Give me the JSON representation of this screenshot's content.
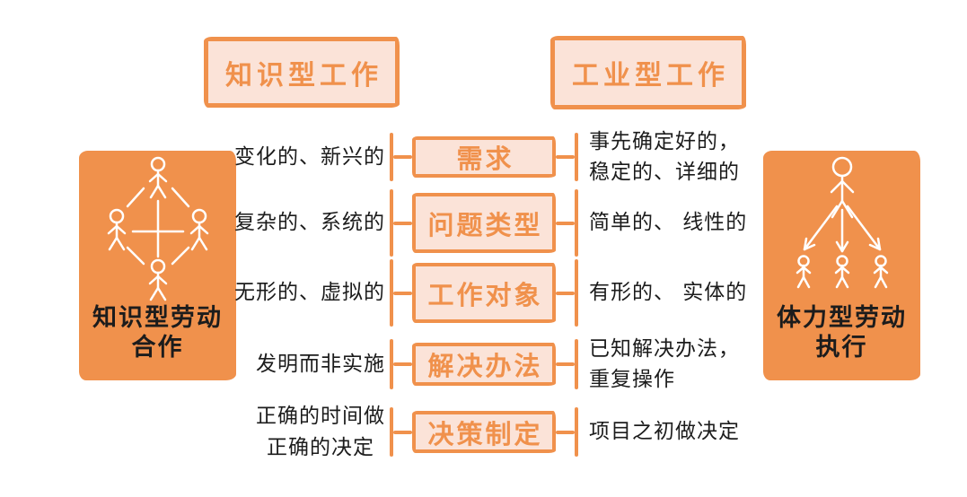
{
  "palette": {
    "orange": "#F0914C",
    "pink": "#FBE3D8",
    "ink": "#1C1C1C"
  },
  "headers": {
    "left": "知识型工作",
    "right": "工业型工作"
  },
  "panels": {
    "left": {
      "icon": "collaboration-network-icon",
      "caption": "知识型劳动\n合作"
    },
    "right": {
      "icon": "hierarchy-delegation-icon",
      "caption": "体力型劳动\n执行"
    }
  },
  "rows": [
    {
      "left": "变化的、新兴的",
      "center": "需求",
      "right": "事先确定好的，\n稳定的、详细的"
    },
    {
      "left": "复杂的、系统的",
      "center": "问题类型",
      "right": "简单的、 线性的"
    },
    {
      "left": "无形的、虚拟的",
      "center": "工作对象",
      "right": "有形的、 实体的"
    },
    {
      "left": "发明而非实施",
      "center": "解决办法",
      "right": "已知解决办法，\n重复操作"
    },
    {
      "left": "正确的时间做\n正确的决定",
      "center": "决策制定",
      "right": "项目之初做决定"
    }
  ]
}
